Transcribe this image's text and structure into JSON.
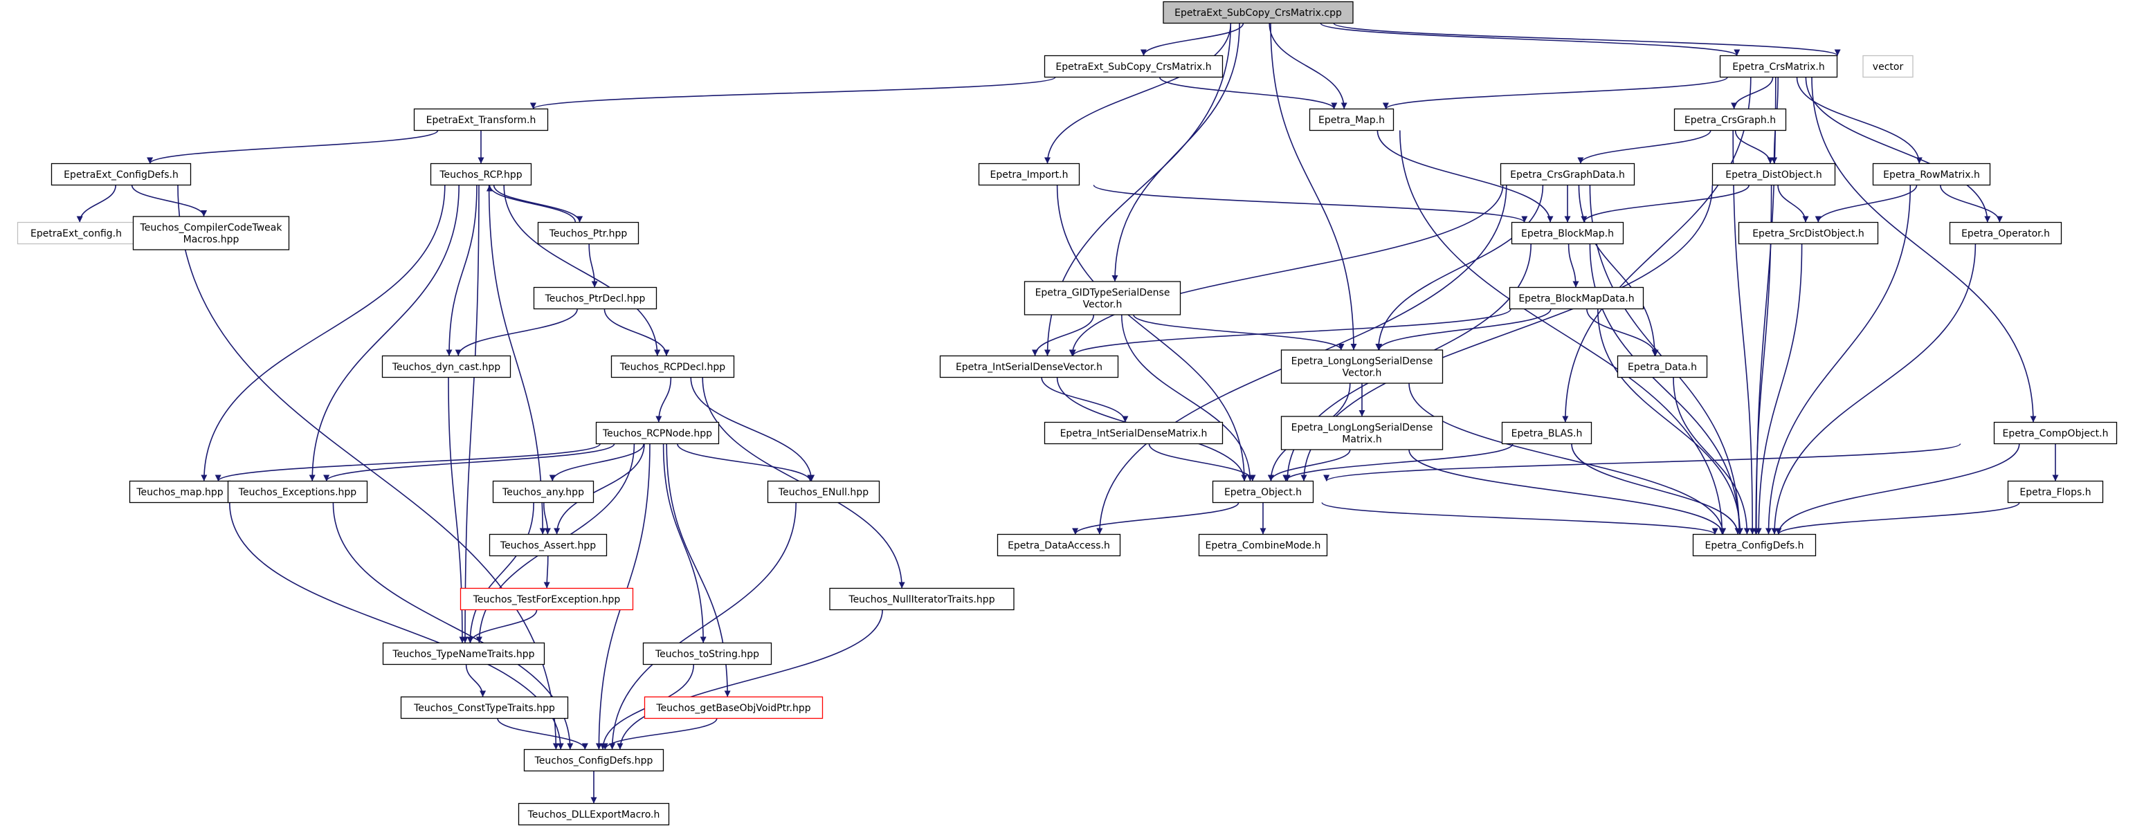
{
  "colors": {
    "edge": "#191970",
    "box_border": "#000000",
    "box_fill": "#ffffff",
    "root_fill": "#bfbfbf",
    "missing_border": "#ff0000",
    "external_border": "#bfbfbf",
    "text": "#000000"
  },
  "nodes": [
    {
      "id": "root",
      "lines": [
        "EpetraExt_SubCopy_CrsMatrix.cpp"
      ],
      "kind": "root"
    },
    {
      "id": "subcopy_h",
      "lines": [
        "EpetraExt_SubCopy_CrsMatrix.h"
      ],
      "kind": "normal"
    },
    {
      "id": "crsmatrix",
      "lines": [
        "Epetra_CrsMatrix.h"
      ],
      "kind": "normal"
    },
    {
      "id": "vector",
      "lines": [
        "vector"
      ],
      "kind": "external"
    },
    {
      "id": "transform",
      "lines": [
        "EpetraExt_Transform.h"
      ],
      "kind": "normal"
    },
    {
      "id": "map",
      "lines": [
        "Epetra_Map.h"
      ],
      "kind": "normal"
    },
    {
      "id": "crsgraph",
      "lines": [
        "Epetra_CrsGraph.h"
      ],
      "kind": "normal"
    },
    {
      "id": "eeconfigdefs",
      "lines": [
        "EpetraExt_ConfigDefs.h"
      ],
      "kind": "normal"
    },
    {
      "id": "rcp",
      "lines": [
        "Teuchos_RCP.hpp"
      ],
      "kind": "normal"
    },
    {
      "id": "import",
      "lines": [
        "Epetra_Import.h"
      ],
      "kind": "normal"
    },
    {
      "id": "crsgraphdata",
      "lines": [
        "Epetra_CrsGraphData.h"
      ],
      "kind": "normal"
    },
    {
      "id": "distobject",
      "lines": [
        "Epetra_DistObject.h"
      ],
      "kind": "normal"
    },
    {
      "id": "rowmatrix",
      "lines": [
        "Epetra_RowMatrix.h"
      ],
      "kind": "normal"
    },
    {
      "id": "eeconfig",
      "lines": [
        "EpetraExt_config.h"
      ],
      "kind": "external"
    },
    {
      "id": "compilertweak",
      "lines": [
        "Teuchos_CompilerCodeTweak",
        "Macros.hpp"
      ],
      "kind": "normal"
    },
    {
      "id": "ptr",
      "lines": [
        "Teuchos_Ptr.hpp"
      ],
      "kind": "normal"
    },
    {
      "id": "blockmap",
      "lines": [
        "Epetra_BlockMap.h"
      ],
      "kind": "normal"
    },
    {
      "id": "srcdistobject",
      "lines": [
        "Epetra_SrcDistObject.h"
      ],
      "kind": "normal"
    },
    {
      "id": "operator",
      "lines": [
        "Epetra_Operator.h"
      ],
      "kind": "normal"
    },
    {
      "id": "ptrdecl",
      "lines": [
        "Teuchos_PtrDecl.hpp"
      ],
      "kind": "normal"
    },
    {
      "id": "gidtype",
      "lines": [
        "Epetra_GIDTypeSerialDense",
        "Vector.h"
      ],
      "kind": "normal"
    },
    {
      "id": "blockmapdata",
      "lines": [
        "Epetra_BlockMapData.h"
      ],
      "kind": "normal"
    },
    {
      "id": "dyncast",
      "lines": [
        "Teuchos_dyn_cast.hpp"
      ],
      "kind": "normal"
    },
    {
      "id": "rcpdecl",
      "lines": [
        "Teuchos_RCPDecl.hpp"
      ],
      "kind": "normal"
    },
    {
      "id": "intsdv",
      "lines": [
        "Epetra_IntSerialDenseVector.h"
      ],
      "kind": "normal"
    },
    {
      "id": "llsdv",
      "lines": [
        "Epetra_LongLongSerialDense",
        "Vector.h"
      ],
      "kind": "normal"
    },
    {
      "id": "data",
      "lines": [
        "Epetra_Data.h"
      ],
      "kind": "normal"
    },
    {
      "id": "rcpnode",
      "lines": [
        "Teuchos_RCPNode.hpp"
      ],
      "kind": "normal"
    },
    {
      "id": "intsdm",
      "lines": [
        "Epetra_IntSerialDenseMatrix.h"
      ],
      "kind": "normal"
    },
    {
      "id": "llsdm",
      "lines": [
        "Epetra_LongLongSerialDense",
        "Matrix.h"
      ],
      "kind": "normal"
    },
    {
      "id": "blas",
      "lines": [
        "Epetra_BLAS.h"
      ],
      "kind": "normal"
    },
    {
      "id": "compobject",
      "lines": [
        "Epetra_CompObject.h"
      ],
      "kind": "normal"
    },
    {
      "id": "tmap",
      "lines": [
        "Teuchos_map.hpp"
      ],
      "kind": "normal"
    },
    {
      "id": "exceptions",
      "lines": [
        "Teuchos_Exceptions.hpp"
      ],
      "kind": "normal"
    },
    {
      "id": "any",
      "lines": [
        "Teuchos_any.hpp"
      ],
      "kind": "normal"
    },
    {
      "id": "enull",
      "lines": [
        "Teuchos_ENull.hpp"
      ],
      "kind": "normal"
    },
    {
      "id": "object",
      "lines": [
        "Epetra_Object.h"
      ],
      "kind": "normal"
    },
    {
      "id": "flops",
      "lines": [
        "Epetra_Flops.h"
      ],
      "kind": "normal"
    },
    {
      "id": "assert",
      "lines": [
        "Teuchos_Assert.hpp"
      ],
      "kind": "normal"
    },
    {
      "id": "dataaccess",
      "lines": [
        "Epetra_DataAccess.h"
      ],
      "kind": "normal"
    },
    {
      "id": "combinemode",
      "lines": [
        "Epetra_CombineMode.h"
      ],
      "kind": "normal"
    },
    {
      "id": "epconfigdefs",
      "lines": [
        "Epetra_ConfigDefs.h"
      ],
      "kind": "normal"
    },
    {
      "id": "testforexc",
      "lines": [
        "Teuchos_TestForException.hpp"
      ],
      "kind": "missing"
    },
    {
      "id": "nulliter",
      "lines": [
        "Teuchos_NullIteratorTraits.hpp"
      ],
      "kind": "normal"
    },
    {
      "id": "typename",
      "lines": [
        "Teuchos_TypeNameTraits.hpp"
      ],
      "kind": "normal"
    },
    {
      "id": "tostring",
      "lines": [
        "Teuchos_toString.hpp"
      ],
      "kind": "normal"
    },
    {
      "id": "consttype",
      "lines": [
        "Teuchos_ConstTypeTraits.hpp"
      ],
      "kind": "normal"
    },
    {
      "id": "getbaseobj",
      "lines": [
        "Teuchos_getBaseObjVoidPtr.hpp"
      ],
      "kind": "missing"
    },
    {
      "id": "tconfigdefs",
      "lines": [
        "Teuchos_ConfigDefs.hpp"
      ],
      "kind": "normal"
    },
    {
      "id": "dllexport",
      "lines": [
        "Teuchos_DLLExportMacro.h"
      ],
      "kind": "normal"
    }
  ],
  "edges": [
    [
      "root",
      "subcopy_h"
    ],
    [
      "root",
      "crsmatrix"
    ],
    [
      "root",
      "vector"
    ],
    [
      "root",
      "map"
    ],
    [
      "root",
      "import"
    ],
    [
      "root",
      "intsdv"
    ],
    [
      "root",
      "gidtype"
    ],
    [
      "root",
      "llsdv"
    ],
    [
      "subcopy_h",
      "transform"
    ],
    [
      "subcopy_h",
      "map"
    ],
    [
      "transform",
      "eeconfigdefs"
    ],
    [
      "transform",
      "rcp"
    ],
    [
      "eeconfigdefs",
      "eeconfig"
    ],
    [
      "eeconfigdefs",
      "compilertweak"
    ],
    [
      "eeconfigdefs",
      "tconfigdefs"
    ],
    [
      "rcp",
      "ptr"
    ],
    [
      "ptr",
      "rcp"
    ],
    [
      "rcp",
      "dyncast"
    ],
    [
      "rcp",
      "rcpdecl"
    ],
    [
      "rcp",
      "tmap"
    ],
    [
      "rcp",
      "exceptions"
    ],
    [
      "rcp",
      "assert"
    ],
    [
      "rcp",
      "typename"
    ],
    [
      "ptr",
      "ptrdecl"
    ],
    [
      "ptrdecl",
      "dyncast"
    ],
    [
      "ptrdecl",
      "rcpdecl"
    ],
    [
      "dyncast",
      "typename"
    ],
    [
      "rcpdecl",
      "rcpnode"
    ],
    [
      "rcpdecl",
      "enull"
    ],
    [
      "rcpdecl",
      "nulliter"
    ],
    [
      "rcpnode",
      "tmap"
    ],
    [
      "rcpnode",
      "exceptions"
    ],
    [
      "rcpnode",
      "any"
    ],
    [
      "rcpnode",
      "assert"
    ],
    [
      "rcpnode",
      "enull"
    ],
    [
      "rcpnode",
      "typename"
    ],
    [
      "rcpnode",
      "tostring"
    ],
    [
      "rcpnode",
      "getbaseobj"
    ],
    [
      "rcpnode",
      "tconfigdefs"
    ],
    [
      "tmap",
      "tconfigdefs"
    ],
    [
      "exceptions",
      "tconfigdefs"
    ],
    [
      "any",
      "assert"
    ],
    [
      "any",
      "typename"
    ],
    [
      "assert",
      "testforexc"
    ],
    [
      "testforexc",
      "typename"
    ],
    [
      "enull",
      "tconfigdefs"
    ],
    [
      "nulliter",
      "tconfigdefs"
    ],
    [
      "typename",
      "consttype"
    ],
    [
      "consttype",
      "tconfigdefs"
    ],
    [
      "tostring",
      "tconfigdefs"
    ],
    [
      "getbaseobj",
      "tconfigdefs"
    ],
    [
      "tconfigdefs",
      "dllexport"
    ],
    [
      "crsmatrix",
      "map"
    ],
    [
      "crsmatrix",
      "crsgraph"
    ],
    [
      "crsmatrix",
      "distobject"
    ],
    [
      "crsmatrix",
      "rowmatrix"
    ],
    [
      "crsmatrix",
      "operator"
    ],
    [
      "crsmatrix",
      "blas"
    ],
    [
      "crsmatrix",
      "compobject"
    ],
    [
      "crsmatrix",
      "epconfigdefs"
    ],
    [
      "map",
      "blockmap"
    ],
    [
      "map",
      "epconfigdefs"
    ],
    [
      "crsgraph",
      "crsgraphdata"
    ],
    [
      "crsgraph",
      "distobject"
    ],
    [
      "crsgraph",
      "epconfigdefs"
    ],
    [
      "import",
      "blockmap"
    ],
    [
      "import",
      "object"
    ],
    [
      "crsgraphdata",
      "blockmap"
    ],
    [
      "crsgraphdata",
      "intsdv"
    ],
    [
      "crsgraphdata",
      "llsdv"
    ],
    [
      "crsgraphdata",
      "data"
    ],
    [
      "crsgraphdata",
      "dataaccess"
    ],
    [
      "crsgraphdata",
      "epconfigdefs"
    ],
    [
      "distobject",
      "blockmap"
    ],
    [
      "distobject",
      "srcdistobject"
    ],
    [
      "distobject",
      "object"
    ],
    [
      "distobject",
      "epconfigdefs"
    ],
    [
      "rowmatrix",
      "srcdistobject"
    ],
    [
      "rowmatrix",
      "operator"
    ],
    [
      "rowmatrix",
      "epconfigdefs"
    ],
    [
      "blockmap",
      "blockmapdata"
    ],
    [
      "blockmap",
      "object"
    ],
    [
      "blockmap",
      "epconfigdefs"
    ],
    [
      "srcdistobject",
      "epconfigdefs"
    ],
    [
      "operator",
      "epconfigdefs"
    ],
    [
      "gidtype",
      "intsdv"
    ],
    [
      "gidtype",
      "llsdv"
    ],
    [
      "gidtype",
      "object"
    ],
    [
      "blockmapdata",
      "intsdv"
    ],
    [
      "blockmapdata",
      "llsdv"
    ],
    [
      "blockmapdata",
      "data"
    ],
    [
      "blockmapdata",
      "epconfigdefs"
    ],
    [
      "intsdv",
      "intsdm"
    ],
    [
      "intsdv",
      "object"
    ],
    [
      "llsdv",
      "llsdm"
    ],
    [
      "llsdv",
      "object"
    ],
    [
      "llsdv",
      "epconfigdefs"
    ],
    [
      "data",
      "epconfigdefs"
    ],
    [
      "intsdm",
      "object"
    ],
    [
      "llsdm",
      "object"
    ],
    [
      "llsdm",
      "epconfigdefs"
    ],
    [
      "blas",
      "object"
    ],
    [
      "blas",
      "epconfigdefs"
    ],
    [
      "compobject",
      "object"
    ],
    [
      "compobject",
      "flops"
    ],
    [
      "compobject",
      "epconfigdefs"
    ],
    [
      "object",
      "dataaccess"
    ],
    [
      "object",
      "combinemode"
    ],
    [
      "object",
      "epconfigdefs"
    ],
    [
      "flops",
      "epconfigdefs"
    ]
  ]
}
